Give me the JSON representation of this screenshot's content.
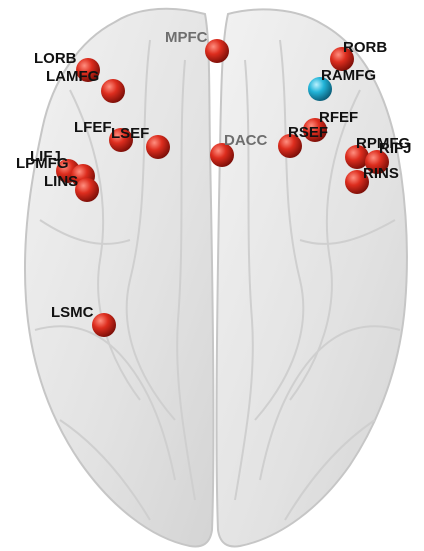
{
  "colors": {
    "background": "#ffffff",
    "brain_fill": "#e6e6e6",
    "brain_stroke": "#c8c8c8",
    "node_red": "#d42518",
    "node_blue": "#1fb3d6",
    "label_dark": "#111111",
    "label_gray": "#6e6e6e"
  },
  "nodes": [
    {
      "id": "mpfc",
      "label": "MPFC",
      "color": "red",
      "label_style": "gray"
    },
    {
      "id": "lorb",
      "label": "LORB",
      "color": "red",
      "label_style": "dark"
    },
    {
      "id": "lamfg",
      "label": "LAMFG",
      "color": "red",
      "label_style": "dark"
    },
    {
      "id": "lfef",
      "label": "LFEF",
      "color": "red",
      "label_style": "dark"
    },
    {
      "id": "lsef",
      "label": "LSEF",
      "color": "red",
      "label_style": "dark"
    },
    {
      "id": "dacc",
      "label": "DACC",
      "color": "red",
      "label_style": "gray"
    },
    {
      "id": "lifj",
      "label": "LIFJ",
      "color": "red",
      "label_style": "dark"
    },
    {
      "id": "lpmfg",
      "label": "LPMFG",
      "color": "red",
      "label_style": "dark"
    },
    {
      "id": "lins",
      "label": "LINS",
      "color": "red",
      "label_style": "dark"
    },
    {
      "id": "lsmc",
      "label": "LSMC",
      "color": "red",
      "label_style": "dark"
    },
    {
      "id": "rorb",
      "label": "RORB",
      "color": "red",
      "label_style": "dark"
    },
    {
      "id": "ramfg",
      "label": "RAMFG",
      "color": "blue",
      "label_style": "dark"
    },
    {
      "id": "rfef",
      "label": "RFEF",
      "color": "red",
      "label_style": "dark"
    },
    {
      "id": "rsef",
      "label": "RSEF",
      "color": "red",
      "label_style": "dark"
    },
    {
      "id": "rpmfg",
      "label": "RPMFG",
      "color": "red",
      "label_style": "dark"
    },
    {
      "id": "rifj",
      "label": "RIFJ",
      "color": "red",
      "label_style": "dark"
    },
    {
      "id": "rins",
      "label": "RINS",
      "color": "red",
      "label_style": "dark"
    }
  ]
}
